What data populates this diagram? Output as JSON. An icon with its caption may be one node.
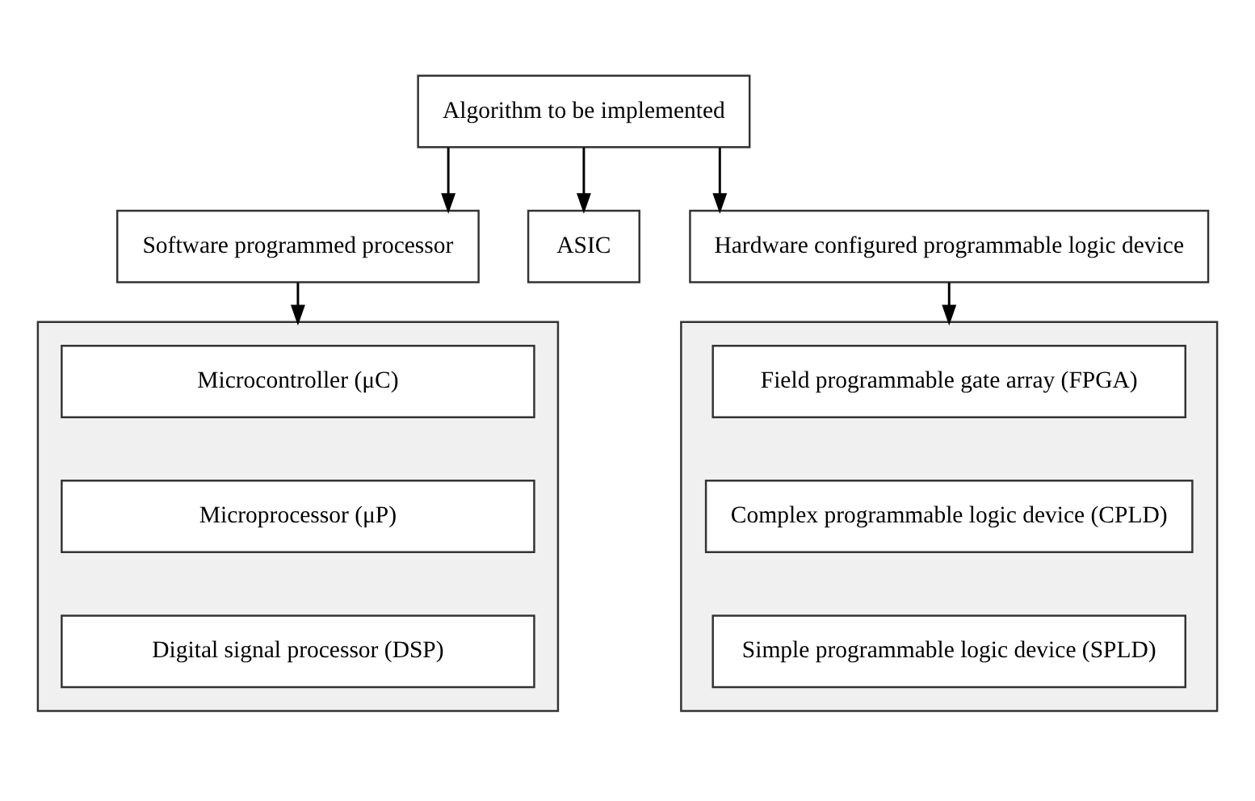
{
  "diagram": {
    "nodes": [
      {
        "text": [
          "Algorithm to be implemented"
        ]
      },
      {
        "text": [
          "Software programmed processor"
        ]
      },
      {
        "text": [
          "ASIC"
        ]
      },
      {
        "text": [
          "Hardware configured programmable logic device"
        ]
      },
      {
        "text": [],
        "shape": "box"
      },
      {
        "text": [
          "Microcontroller (μC)"
        ],
        "in": 4
      },
      {
        "text": [
          "Microprocessor (μP)"
        ],
        "in": 4
      },
      {
        "text": [
          "Digital signal processor (DSP)"
        ],
        "in": 4
      },
      {
        "text": [],
        "shape": "box"
      },
      {
        "text": [
          "Field programmable gate array (FPGA)"
        ],
        "in": 8
      },
      {
        "text": [
          "Complex programmable logic device (CPLD)"
        ],
        "in": 8
      },
      {
        "text": [
          "Simple programmable logic device (SPLD)"
        ],
        "in": 8
      }
    ],
    "edges": [
      {
        "from": 0,
        "to": 1,
        "arrow": "to"
      },
      {
        "from": 0,
        "to": 2,
        "arrow": "to"
      },
      {
        "from": 0,
        "to": 3,
        "arrow": "to"
      },
      {
        "from": 1,
        "to": 4,
        "arrow": "to"
      },
      {
        "from": 3,
        "to": 8,
        "arrow": "to"
      }
    ]
  }
}
